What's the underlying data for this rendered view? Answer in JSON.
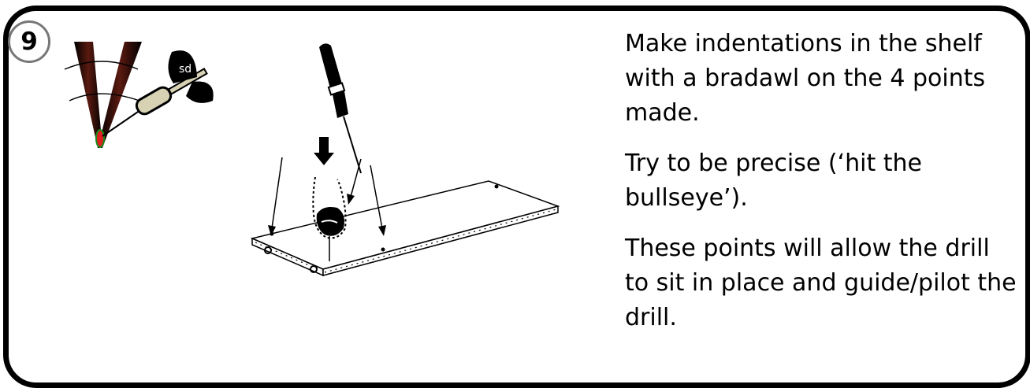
{
  "step": {
    "number": "9"
  },
  "dart_icon": {
    "label": "sd"
  },
  "instructions": {
    "paragraphs": [
      "Make indentations in the shelf with a bradawl on the 4 points made.",
      "Try to be precise (‘hit the bullseye’).",
      "These points will allow the drill to sit in place and guide/pilot the drill."
    ]
  },
  "colors": {
    "frame": "#000000",
    "badge_border": "#777777",
    "bullseye": "#e02020"
  }
}
